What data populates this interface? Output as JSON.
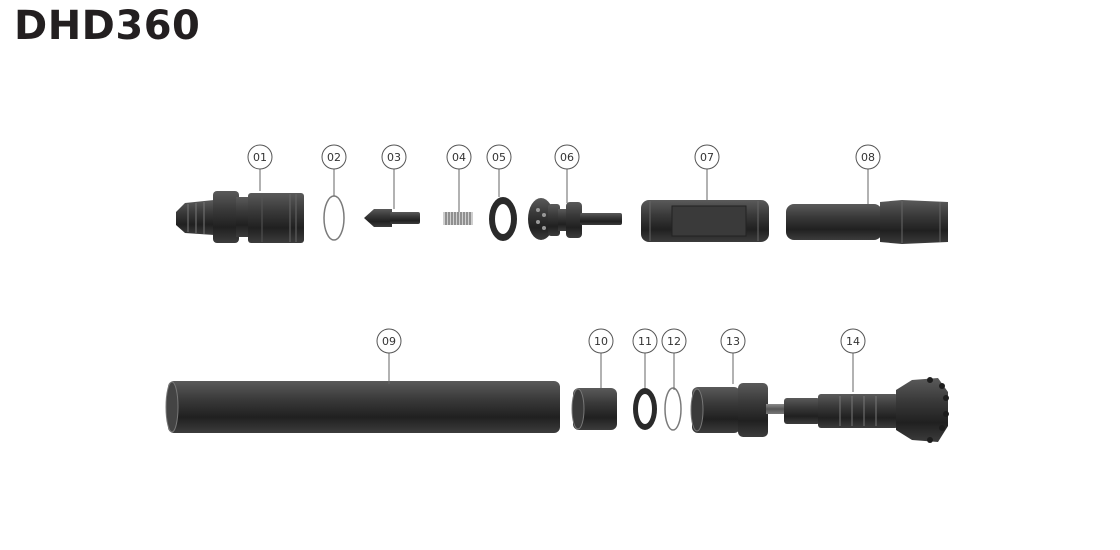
{
  "title": "DHD360",
  "callouts": [
    "01",
    "02",
    "03",
    "04",
    "05",
    "06",
    "07",
    "08",
    "09",
    "10",
    "11",
    "12",
    "13",
    "14"
  ],
  "colors": {
    "part_dark": "#2b2b2b",
    "part_mid": "#4a4a4a",
    "part_light": "#6f6f6f",
    "leader": "#666666"
  }
}
